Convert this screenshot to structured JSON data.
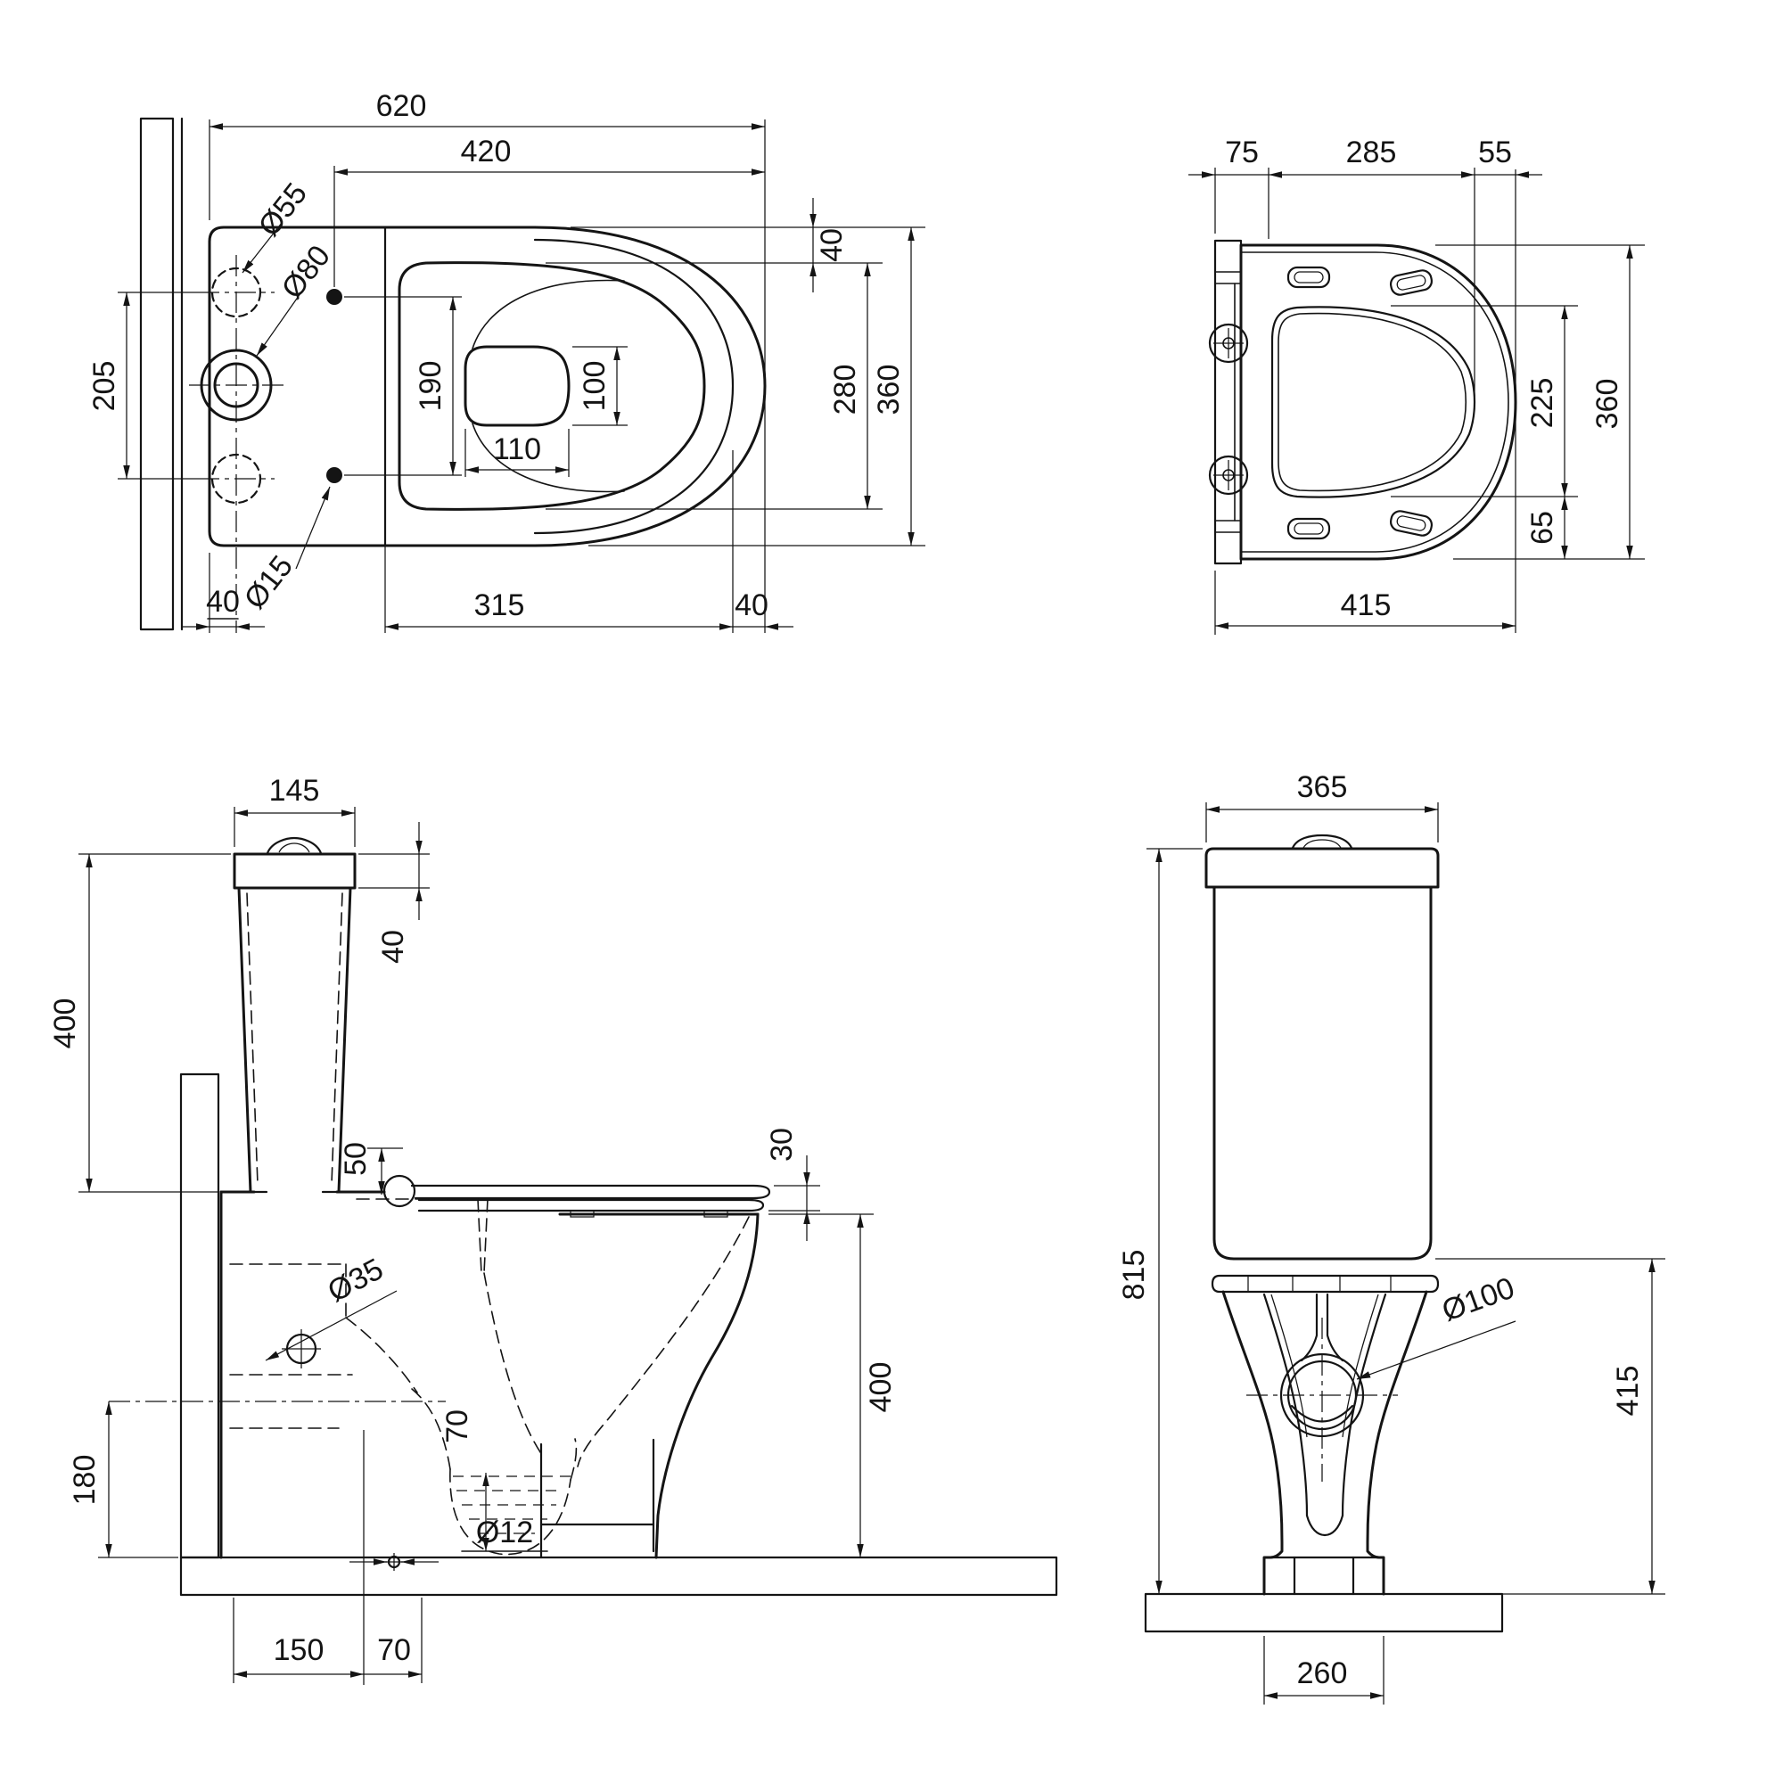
{
  "app": {
    "type": "technical-drawing",
    "subject": "close-coupled toilet dimensions",
    "background": "#ffffff",
    "ink": "#141414"
  },
  "top_view": {
    "d620": "620",
    "d420": "420",
    "d205": "205",
    "d190": "190",
    "d110": "110",
    "d100": "100",
    "d40_top": "40",
    "d280": "280",
    "d360": "360",
    "d40_back": "40",
    "d315": "315",
    "d40_front": "40",
    "dia55": "Ø55",
    "dia80": "Ø80",
    "dia15": "Ø15"
  },
  "seat_view": {
    "d75": "75",
    "d285": "285",
    "d55": "55",
    "d225": "225",
    "d360": "360",
    "d65": "65",
    "d415": "415"
  },
  "side_view": {
    "d145": "145",
    "d40": "40",
    "d400_tank": "400",
    "d50": "50",
    "d30": "30",
    "dia35": "Ø35",
    "d70_water": "70",
    "d180": "180",
    "dia12": "Ø12",
    "d400_bowl": "400",
    "d150": "150",
    "d70_floor": "70"
  },
  "front_view": {
    "d365": "365",
    "d815": "815",
    "dia100": "Ø100",
    "d415": "415",
    "d260": "260"
  }
}
